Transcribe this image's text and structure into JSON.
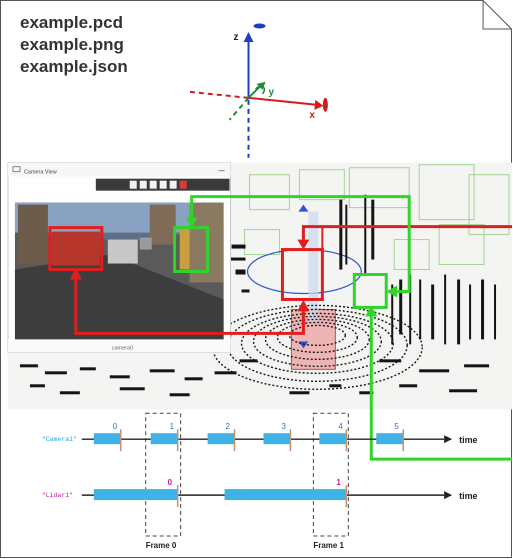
{
  "files": [
    "example.pcd",
    "example.png",
    "example.json"
  ],
  "axes": {
    "x": "x",
    "y": "y",
    "z": "z"
  },
  "camera_panel": {
    "title": "Camera View",
    "footer": "camera0"
  },
  "timeline": {
    "camera": {
      "label": "\"Camera1\"",
      "ticks": [
        "0",
        "1",
        "2",
        "3",
        "4",
        "5"
      ]
    },
    "lidar": {
      "label": "\"Lidar1\"",
      "ticks": [
        "0",
        "1"
      ]
    },
    "time_label": "time",
    "frames": [
      "Frame 0",
      "Frame 1"
    ]
  },
  "colors": {
    "camera_label": "#2aa7d9",
    "lidar_label": "#c01f9b",
    "tick_label": "#2c6fd6",
    "bar": "#3fb3e6",
    "highlight_red": "#e01e1e",
    "highlight_green": "#31d42a"
  }
}
